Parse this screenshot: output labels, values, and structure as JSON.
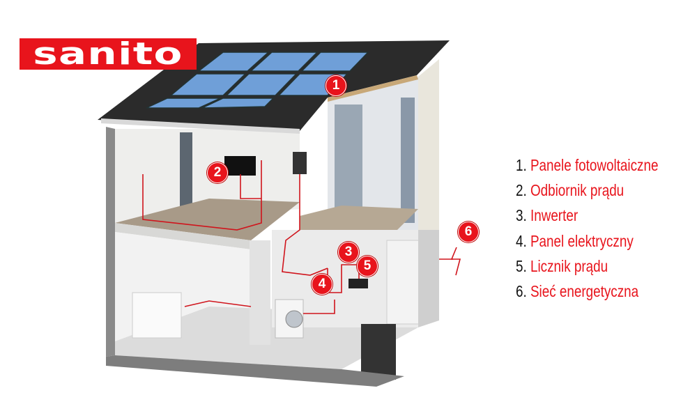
{
  "brand": {
    "logo_text": "sanito",
    "color": "#e8141c"
  },
  "legend": [
    {
      "num": "1.",
      "label": "Panele fotowoltaiczne"
    },
    {
      "num": "2.",
      "label": "Odbiornik prądu"
    },
    {
      "num": "3.",
      "label": "Inwerter"
    },
    {
      "num": "4.",
      "label": "Panel elektryczny"
    },
    {
      "num": "5.",
      "label": "Licznik prądu"
    },
    {
      "num": "6.",
      "label": "Sieć energetyczna"
    }
  ],
  "markers": [
    "1",
    "2",
    "3",
    "4",
    "5",
    "6"
  ],
  "colors": {
    "accent": "#e8141c",
    "wire": "#d0141c",
    "roof": "#2b2b2b",
    "solar": "#6f9fd8"
  }
}
